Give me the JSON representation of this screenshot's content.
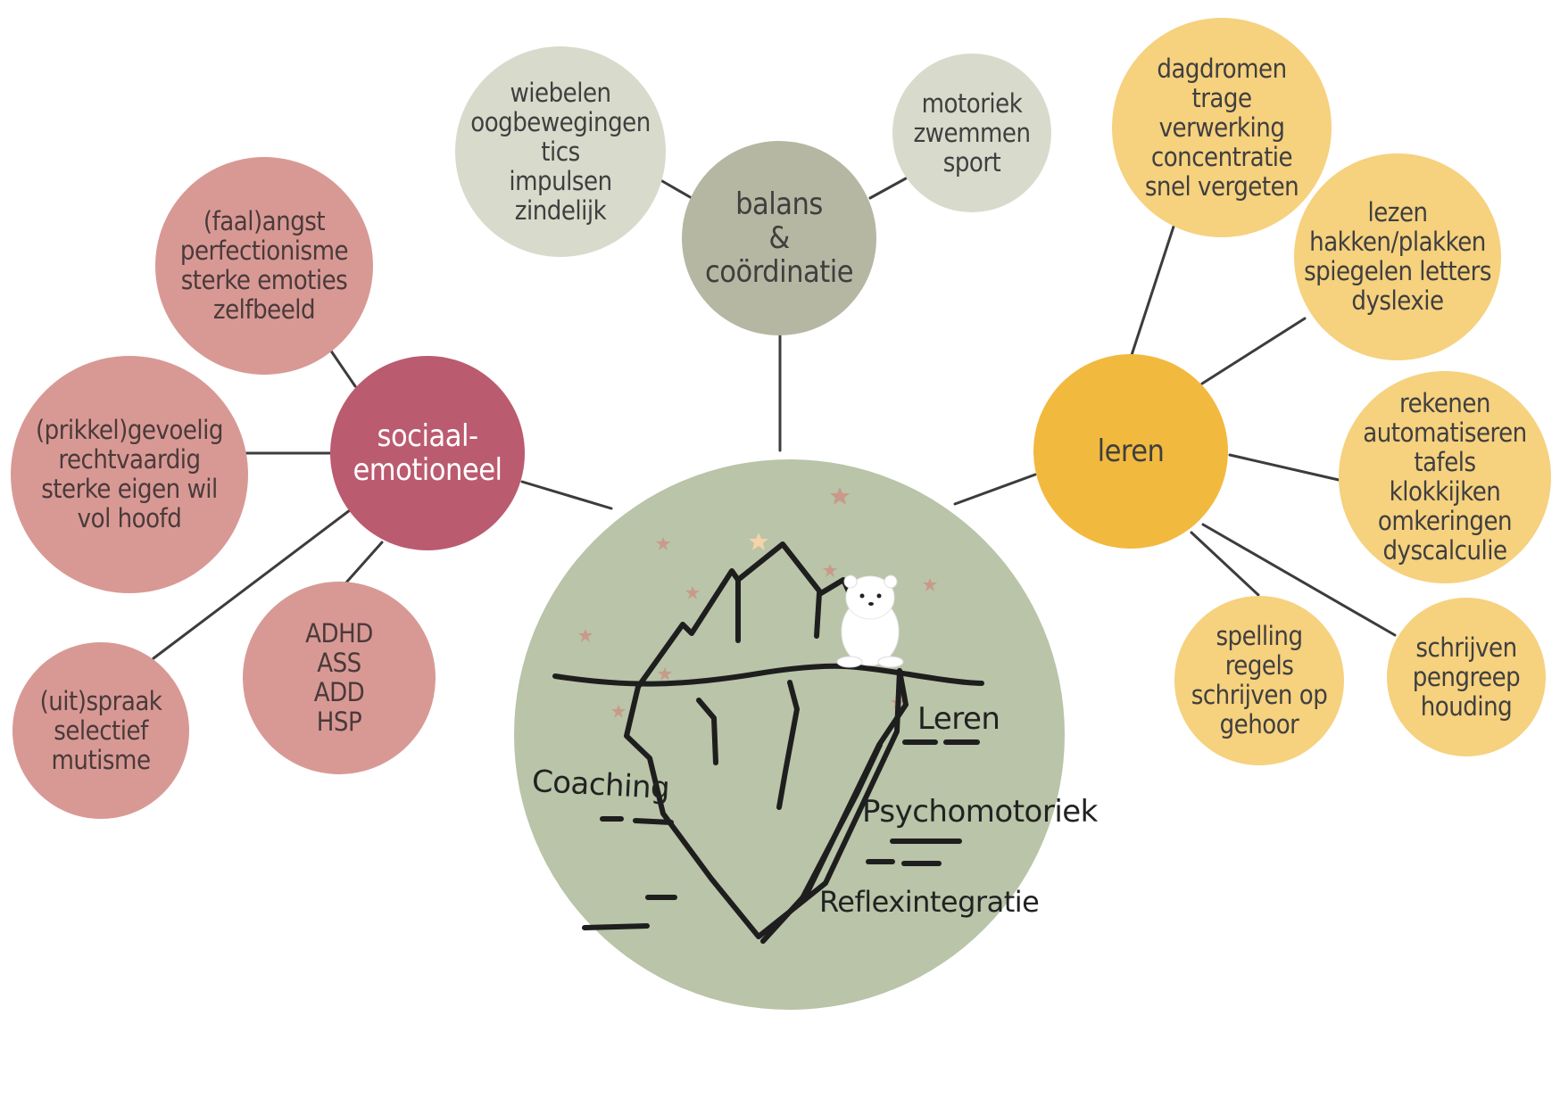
{
  "colors": {
    "rose": "#d89995",
    "rose_dark": "#bb5b6f",
    "grey": "#d8dbcb",
    "grey_dark": "#b6b7a2",
    "yellow": "#f6d17e",
    "yellow_dark": "#f2b93f",
    "center": "#b9c4a8",
    "line": "#3c3c3c"
  },
  "center": {
    "labels": {
      "coaching": "Coaching",
      "leren": "Leren",
      "psychomotoriek": "Psychomotoriek",
      "reflexintegratie": "Reflexintegratie"
    },
    "icons": [
      "iceberg-icon",
      "polar-bear-icon",
      "star-icon"
    ]
  },
  "hubs": {
    "sociaal": [
      "sociaal-",
      "emotioneel"
    ],
    "balans": [
      "balans",
      "&",
      "coördinatie"
    ],
    "leren": [
      "leren"
    ]
  },
  "leaves": {
    "faalangst": [
      "(faal)angst",
      "perfectionisme",
      "sterke emoties",
      "zelfbeeld"
    ],
    "prikkel": [
      "(prikkel)gevoelig",
      "rechtvaardig",
      "sterke eigen wil",
      "vol hoofd"
    ],
    "uitspraak": [
      "(uit)spraak",
      "selectief",
      "mutisme"
    ],
    "adhd": [
      "ADHD",
      "ASS",
      "ADD",
      "HSP"
    ],
    "wiebelen": [
      "wiebelen",
      "oogbewegingen",
      "tics",
      "impulsen",
      "zindelijk"
    ],
    "motoriek": [
      "motoriek",
      "zwemmen",
      "sport"
    ],
    "dagdromen": [
      "dagdromen",
      "trage",
      "verwerking",
      "concentratie",
      "snel vergeten"
    ],
    "lezen": [
      "lezen",
      "hakken/plakken",
      "spiegelen letters",
      "dyslexie"
    ],
    "rekenen": [
      "rekenen",
      "automatiseren",
      "tafels",
      "klokkijken",
      "omkeringen",
      "dyscalculie"
    ],
    "spelling": [
      "spelling",
      "regels",
      "schrijven op",
      "gehoor"
    ],
    "schrijven": [
      "schrijven",
      "pengreep",
      "houding"
    ]
  }
}
